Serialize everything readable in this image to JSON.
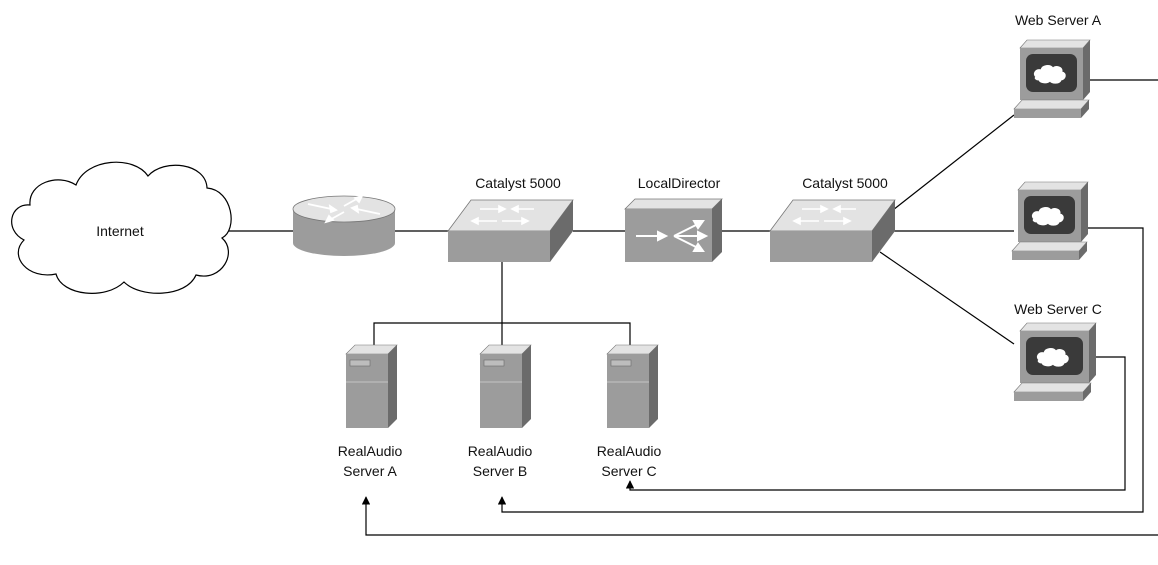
{
  "diagram": {
    "nodes": {
      "internet": {
        "label": "Internet",
        "icon": "cloud-icon"
      },
      "router": {
        "label": "",
        "icon": "router-icon"
      },
      "catalyst_left": {
        "label": "Catalyst 5000",
        "icon": "switch-icon"
      },
      "local_director": {
        "label": "LocalDirector",
        "icon": "load-balancer-icon"
      },
      "catalyst_right": {
        "label": "Catalyst 5000",
        "icon": "switch-icon"
      },
      "web_server_a": {
        "label": "Web Server A",
        "icon": "workstation-icon"
      },
      "web_server_b": {
        "label": "",
        "icon": "workstation-icon"
      },
      "web_server_c": {
        "label": "Web Server C",
        "icon": "workstation-icon"
      },
      "realaudio_a": {
        "line1": "RealAudio",
        "line2": "Server A",
        "icon": "tower-server-icon"
      },
      "realaudio_b": {
        "line1": "RealAudio",
        "line2": "Server B",
        "icon": "tower-server-icon"
      },
      "realaudio_c": {
        "line1": "RealAudio",
        "line2": "Server C",
        "icon": "tower-server-icon"
      }
    },
    "colors": {
      "line": "#000000",
      "device_top": "#e3e3e3",
      "device_front": "#9c9c9c",
      "device_side": "#6b6b6b",
      "screen": "#3a3a3a",
      "cloud_fill": "#ffffff"
    }
  }
}
